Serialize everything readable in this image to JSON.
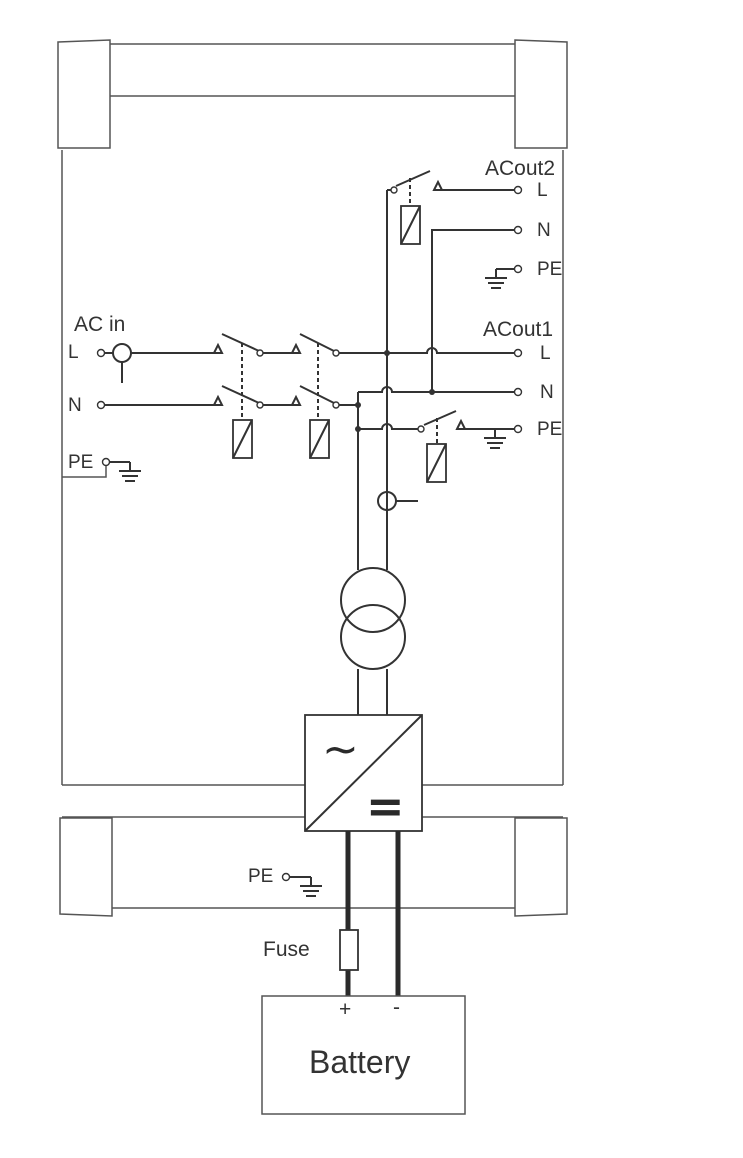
{
  "labels": {
    "ac_in": "AC in",
    "acout1": "ACout1",
    "acout2": "ACout2",
    "L": "L",
    "N": "N",
    "PE": "PE",
    "fuse": "Fuse",
    "battery": "Battery",
    "plus": "+",
    "minus": "-",
    "tilde": "~",
    "dc_equals": "="
  },
  "colors": {
    "line": "#333333",
    "background": "#ffffff"
  }
}
